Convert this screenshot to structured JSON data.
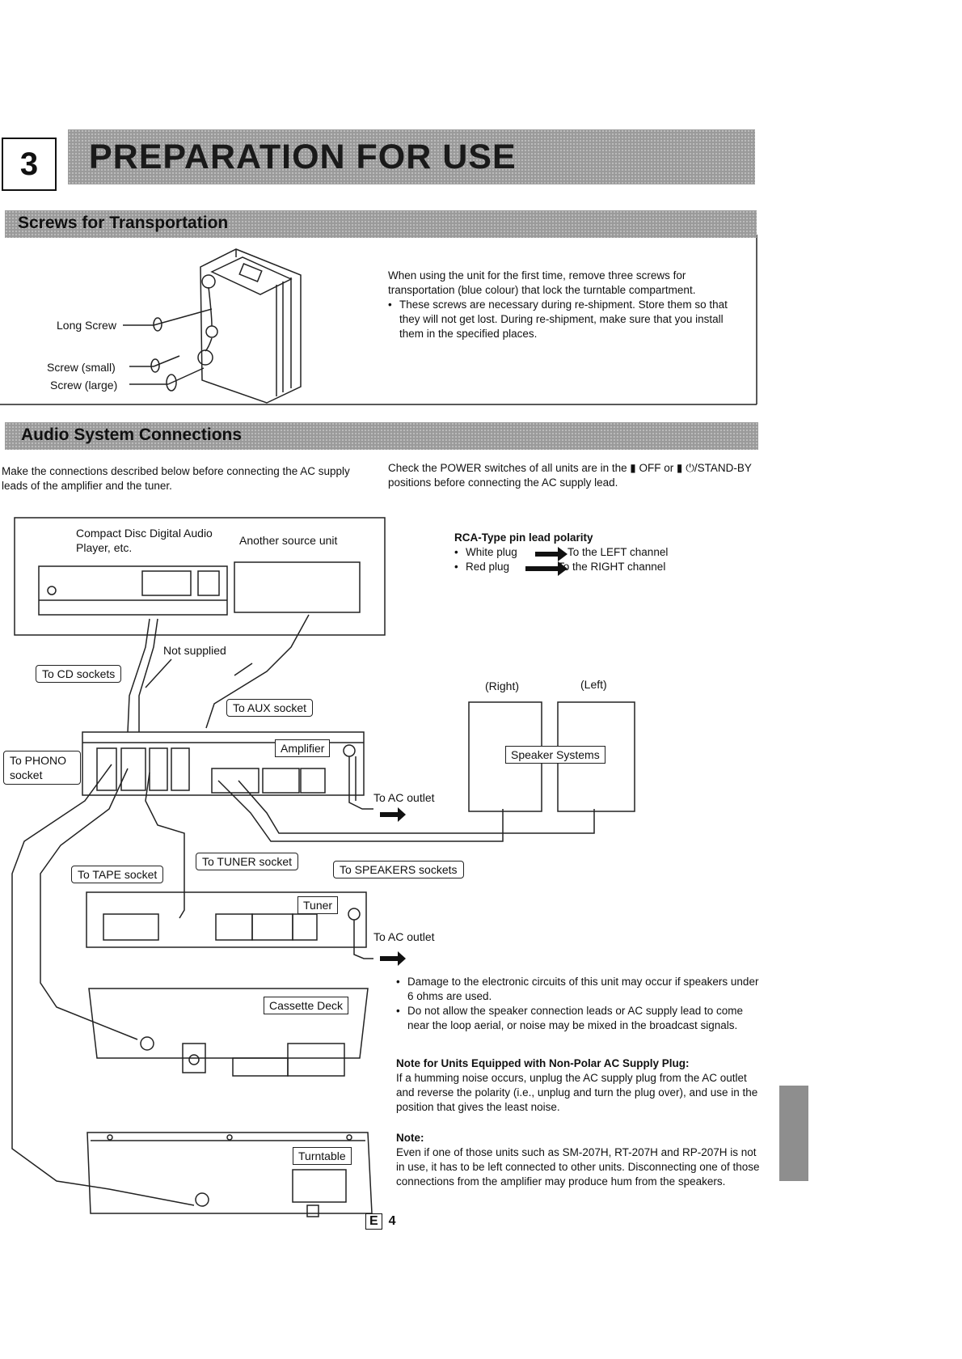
{
  "header": {
    "chapter_number": "3",
    "title": "PREPARATION FOR USE"
  },
  "screws_section": {
    "title": "Screws for Transportation",
    "labels": {
      "long_screw": "Long Screw",
      "screw_small": "Screw (small)",
      "screw_large": "Screw (large)"
    },
    "paragraph": "When using the unit for the first time, remove three screws for transportation (blue colour) that lock the turntable compartment.",
    "bullet": "These screws are necessary during re-shipment. Store them so that they will not get lost. During re-shipment, make sure that you install them in the specified places."
  },
  "audio_section": {
    "title": "Audio System Connections",
    "intro_left": "Make the connections described below before connecting the AC supply leads of the amplifier and the tuner.",
    "intro_right": "Check the POWER switches of all units are in the ▮ OFF or ▮ ⏻/STAND-BY positions before connecting the AC supply lead."
  },
  "polarity": {
    "title": "RCA-Type pin lead polarity",
    "items": [
      {
        "plug": "White plug",
        "target": "To the LEFT channel"
      },
      {
        "plug": "Red plug",
        "target": "To the RIGHT channel"
      }
    ]
  },
  "diagram": {
    "cd_player": "Compact Disc Digital Audio Player, etc.",
    "another_source": "Another source unit",
    "not_supplied": "Not supplied",
    "to_cd_sockets": "To CD sockets",
    "to_aux_socket": "To AUX socket",
    "amplifier": "Amplifier",
    "to_phono_socket": "To PHONO socket",
    "to_ac_outlet_1": "To AC outlet",
    "to_ac_outlet_2": "To AC outlet",
    "right": "(Right)",
    "left": "(Left)",
    "speaker_systems": "Speaker Systems",
    "to_tuner_socket": "To TUNER socket",
    "to_speakers_sockets": "To SPEAKERS sockets",
    "to_tape_socket": "To TAPE socket",
    "tuner": "Tuner",
    "cassette_deck": "Cassette Deck",
    "turntable": "Turntable"
  },
  "notes": {
    "bullets": [
      "Damage to the electronic circuits of this unit may occur if speakers under 6 ohms are used.",
      "Do not allow the speaker connection leads or AC supply lead to come near the loop aerial, or noise may be mixed in the broadcast signals."
    ],
    "nonpolar_title": "Note for Units Equipped with Non-Polar AC Supply Plug:",
    "nonpolar_text": "If a humming noise occurs, unplug the AC supply plug from the AC outlet and reverse the polarity (i.e., unplug and turn the plug over), and use in the position that gives the least noise.",
    "note_title": "Note:",
    "note_text": "Even if one of those units such as SM-207H, RT-207H and RP-207H is not in use, it has to be left connected to other units. Disconnecting one of those connections from the amplifier may produce hum from the speakers."
  },
  "footer": {
    "language_code": "E",
    "page_number": "4"
  }
}
